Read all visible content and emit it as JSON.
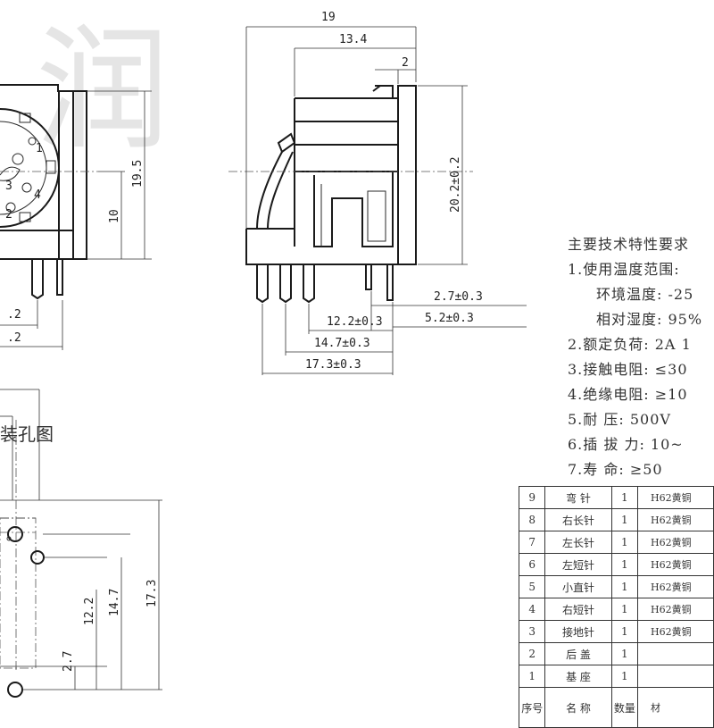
{
  "dimensions": {
    "overall_width": "19",
    "body_length": "13.4",
    "latch_width": "2",
    "overall_height": "19.5",
    "center_height": "10",
    "front_height": "20.2±0.2",
    "pin_offset_1": "2.7±0.3",
    "pin_offset_2": "5.2±0.3",
    "pin_offset_3": "12.2±0.3",
    "pin_offset_4": "14.7±0.3",
    "pin_offset_5": "17.3±0.3",
    "left_tol_1": ".2",
    "left_tol_2": ".2",
    "hole_1": "2.7",
    "hole_2": "12.2",
    "hole_3": "14.7",
    "hole_4": "17.3"
  },
  "socket_labels": {
    "pin_1": "1",
    "pin_2": "2",
    "pin_3": "3",
    "pin_4": "4"
  },
  "hole_diagram_title": "装孔图",
  "specs": {
    "title": "主要技术特性要求",
    "items": [
      "1.使用温度范围:",
      "环境温度: -25",
      "相对湿度: 95%",
      "2.额定负荷: 2A  1",
      "3.接触电阻: ≤30",
      "4.绝缘电阻: ≥10",
      "5.耐     压: 500V",
      "6.插 拔 力: 10~",
      "7.寿     命: ≥50"
    ]
  },
  "bom": {
    "rows": [
      {
        "no": "9",
        "name": "弯 针",
        "qty": "1",
        "material": "H62黄铜"
      },
      {
        "no": "8",
        "name": "右长针",
        "qty": "1",
        "material": "H62黄铜"
      },
      {
        "no": "7",
        "name": "左长针",
        "qty": "1",
        "material": "H62黄铜"
      },
      {
        "no": "6",
        "name": "左短针",
        "qty": "1",
        "material": "H62黄铜"
      },
      {
        "no": "5",
        "name": "小直针",
        "qty": "1",
        "material": "H62黄铜"
      },
      {
        "no": "4",
        "name": "右短针",
        "qty": "1",
        "material": "H62黄铜"
      },
      {
        "no": "3",
        "name": "接地针",
        "qty": "1",
        "material": "H62黄铜"
      },
      {
        "no": "2",
        "name": "后 盖",
        "qty": "1",
        "material": ""
      },
      {
        "no": "1",
        "name": "基 座",
        "qty": "1",
        "material": ""
      }
    ],
    "header": {
      "no": "序号",
      "name": "名 称",
      "qty": "数量",
      "material": "材"
    }
  },
  "watermark": "润"
}
